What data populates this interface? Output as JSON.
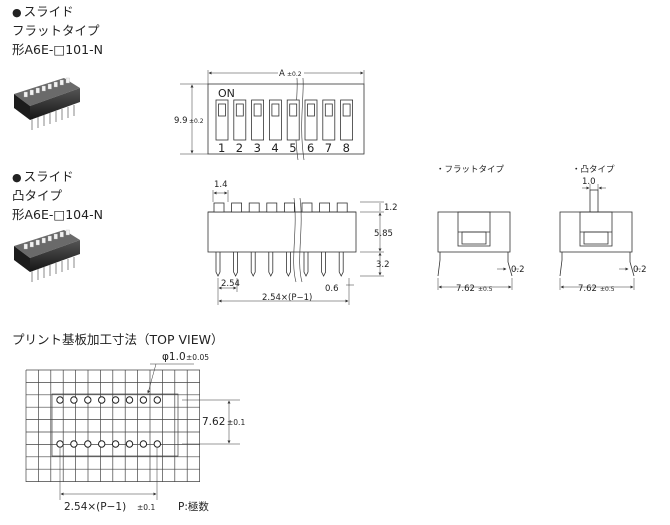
{
  "products": [
    {
      "bullet": "●",
      "type_label": "スライド",
      "subtype_label": "フラットタイプ",
      "model": "形A6E-□101-N"
    },
    {
      "bullet": "●",
      "type_label": "スライド",
      "subtype_label": "凸タイプ",
      "model": "形A6E-□104-N"
    }
  ],
  "top_drawing": {
    "on_label": "ON",
    "switch_numbers": [
      "1",
      "2",
      "3",
      "4",
      "5",
      "6",
      "7",
      "8"
    ],
    "width_dim": "A",
    "width_tol": "±0.2",
    "height_dim": "9.9",
    "height_tol": "±0.2"
  },
  "side_drawing": {
    "pin_pitch": "1.4",
    "dim_top": "1.2",
    "dim_body": "5.85",
    "dim_pin": "3.2",
    "dim_pitch": "2.54",
    "dim_total": "2.54×(P−1)",
    "dim_pin_w": "0.6"
  },
  "flat_view": {
    "title": "・フラットタイプ",
    "dim_width": "7.62",
    "dim_width_tol": "±0.5",
    "dim_pin": "0.2"
  },
  "convex_view": {
    "title": "・凸タイプ",
    "dim_knob": "1.0",
    "dim_width": "7.62",
    "dim_width_tol": "±0.5",
    "dim_pin": "0.2"
  },
  "pcb": {
    "title": "プリント基板加工寸法（TOP VIEW）",
    "hole_dim": "φ1.0",
    "hole_tol": "±0.05",
    "row_dim": "7.62",
    "row_tol": "±0.1",
    "pitch_dim": "2.54×(P−1)",
    "pitch_tol": "±0.1",
    "note": "P:極数"
  },
  "colors": {
    "line": "#333333",
    "grid": "#444444"
  }
}
